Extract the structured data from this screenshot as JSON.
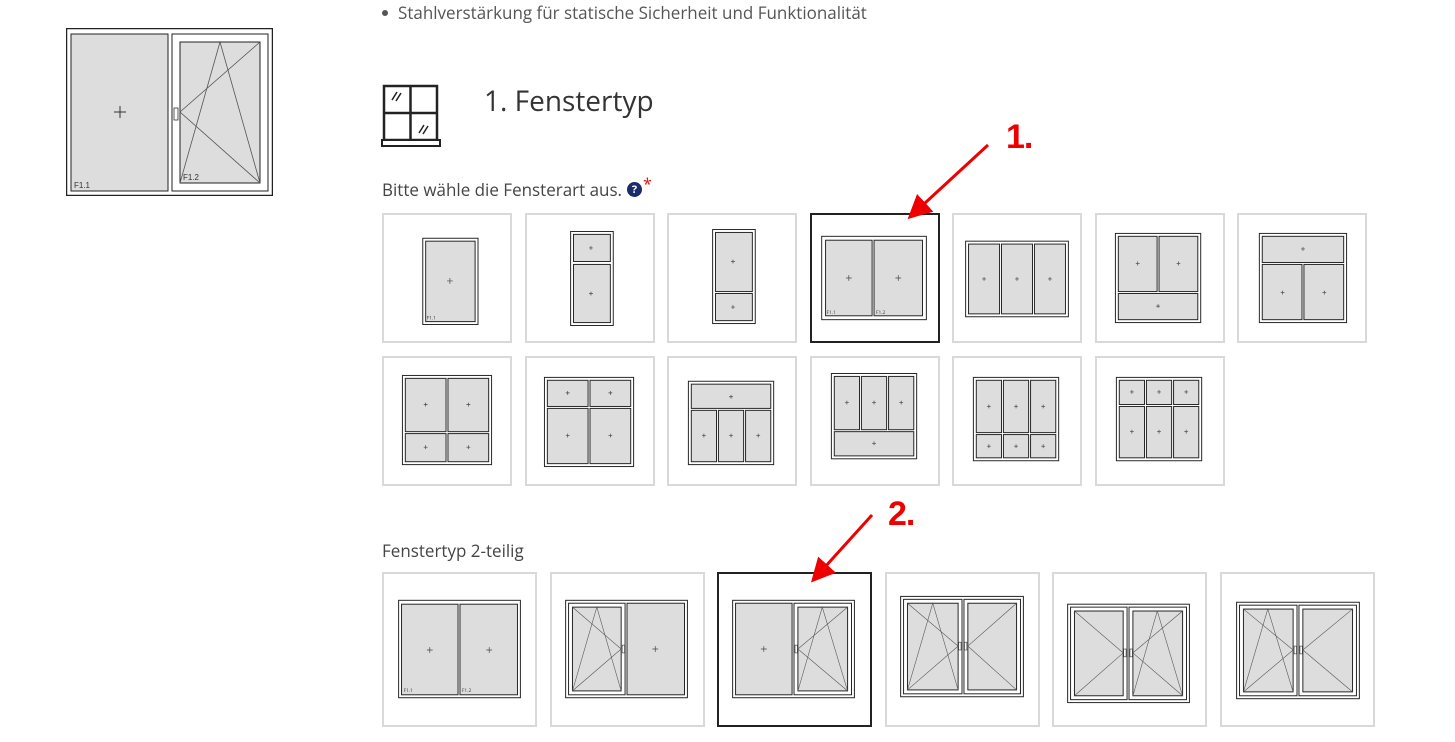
{
  "bullet_text": "Stahlverstärkung für statische Sicherheit und Funktionalität",
  "section": {
    "title": "1. Fenstertyp",
    "icon": "window-icon"
  },
  "fensterart": {
    "label": "Bitte wähle die Fensterart aus.",
    "help_icon": "question-icon",
    "help_symbol": "?",
    "required_mark": "*",
    "selected_index": 3,
    "options_count": 13
  },
  "teilig": {
    "label": "Fenstertyp 2-teilig",
    "selected_index": 2,
    "options_count": 6
  },
  "annotations": {
    "one": "1.",
    "two": "2."
  },
  "preview": {
    "labels": [
      "F1.1",
      "F1.2"
    ]
  },
  "colors": {
    "selected_border": "#222222",
    "tile_border": "#d9d9d9",
    "pane_fill": "#dddddd",
    "annotation": "#ee0000"
  }
}
